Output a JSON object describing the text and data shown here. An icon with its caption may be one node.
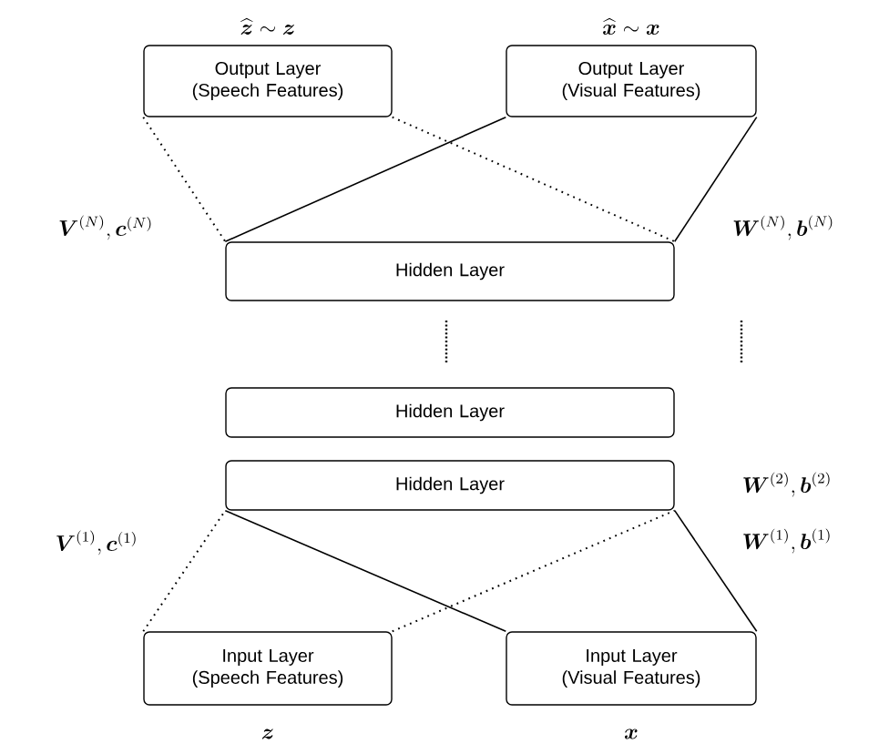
{
  "diagram": {
    "nodes": [
      {
        "text": [
          "Output Layer (Speech Features)"
        ],
        "beside": [
          "\\widehat{\\boldsymbol{z}} \\sim \\boldsymbol{z}"
        ]
      },
      {
        "text": [
          "Output Layer (Visual Features)"
        ],
        "beside": [
          "\\widehat{\\boldsymbol{x}} \\sim \\boldsymbol{x}"
        ]
      },
      {
        "text": [
          "Hidden Layer"
        ]
      },
      {
        "text": [
          "Hidden Layer"
        ]
      },
      {
        "text": [
          "Hidden Layer"
        ]
      },
      {
        "text": [
          "Input Layer (Speech Features)"
        ],
        "beside": [
          "\\boldsymbol{z}"
        ]
      },
      {
        "text": [
          "Input Layer (Visual Features)"
        ],
        "beside": [
          "\\boldsymbol{x}"
        ]
      }
    ],
    "edges": [
      {
        "from": 0,
        "to": 2,
        "arrow": "none",
        "style": "dashed"
      },
      {
        "from": 0,
        "to": 2,
        "arrow": "none",
        "style": "dashed"
      },
      {
        "from": 1,
        "to": 2,
        "arrow": "none"
      },
      {
        "from": 1,
        "to": 2,
        "arrow": "none"
      },
      {
        "from": 5,
        "to": 4,
        "arrow": "none",
        "style": "dashed"
      },
      {
        "from": 5,
        "to": 4,
        "arrow": "none",
        "style": "dashed"
      },
      {
        "from": 6,
        "to": 4,
        "arrow": "none"
      },
      {
        "from": 6,
        "to": 4,
        "arrow": "none"
      }
    ],
    "labels": [
      "\\boldsymbol{V}^{(N)}, \\boldsymbol{c}^{(N)}",
      "\\boldsymbol{W}^{(N)}, \\boldsymbol{b}^{(N)}",
      "\\boldsymbol{W}^{(2)}, \\boldsymbol{b}^{(2)}",
      "\\boldsymbol{V}^{(1)}, \\boldsymbol{c}^{(1)}",
      "\\boldsymbol{W}^{(1)}, \\boldsymbol{b}^{(1)}"
    ]
  }
}
